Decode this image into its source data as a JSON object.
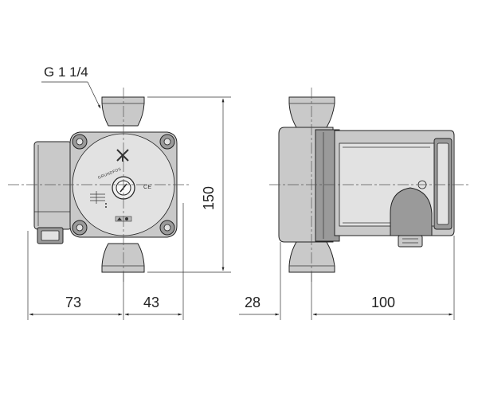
{
  "thread_label": "G 1 1/4",
  "brand": "GRUNDFOS",
  "ce_mark": "CE",
  "dimensions": {
    "left_width": "73",
    "center_offset": "43",
    "height": "150",
    "side_offset": "28",
    "side_length": "100"
  }
}
